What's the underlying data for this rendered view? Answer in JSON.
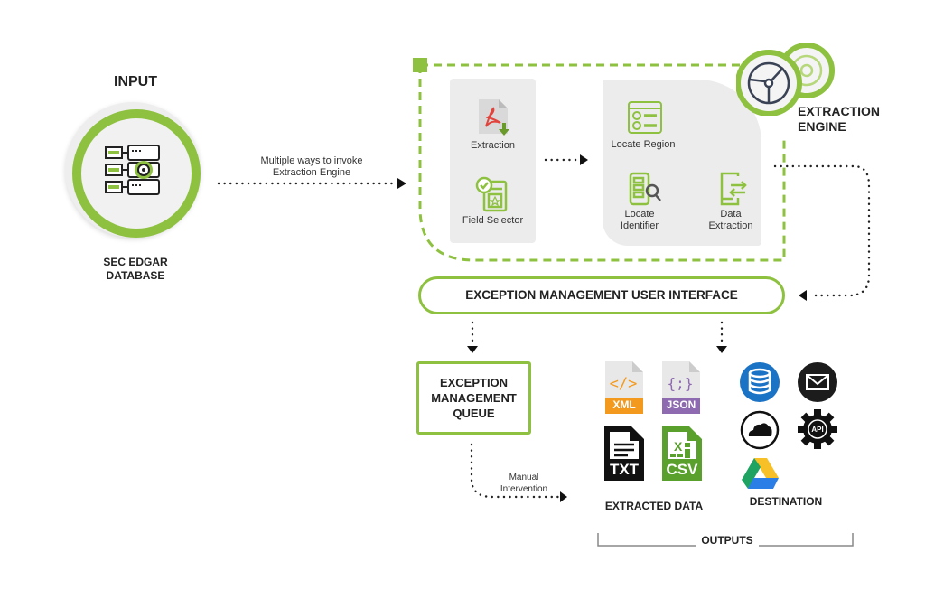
{
  "input": {
    "heading": "INPUT",
    "label_line1": "SEC EDGAR",
    "label_line2": "DATABASE",
    "icon": "database-server-gear-icon"
  },
  "invoke_arrow": {
    "line1": "Multiple ways to invoke",
    "line2": "Extraction Engine"
  },
  "engine": {
    "title_line1": "EXTRACTION",
    "title_line2": "ENGINE",
    "icon": "gears-icon",
    "left_panel": [
      {
        "label": "Extraction",
        "icon": "pdf-download-icon"
      },
      {
        "label": "Field Selector",
        "icon": "field-selector-icon"
      }
    ],
    "right_panel": [
      {
        "label": "Locate Region",
        "icon": "locate-region-icon"
      },
      {
        "label_line1": "Locate",
        "label_line2": "Identifier",
        "icon": "locate-identifier-icon"
      },
      {
        "label_line1": "Data",
        "label_line2": "Extraction",
        "icon": "data-extraction-icon"
      }
    ]
  },
  "exception_ui": {
    "label": "EXCEPTION MANAGEMENT USER INTERFACE"
  },
  "exception_queue": {
    "line1": "EXCEPTION",
    "line2": "MANAGEMENT",
    "line3": "QUEUE"
  },
  "manual": {
    "line1": "Manual",
    "line2": "Intervention"
  },
  "extracted_data": {
    "label": "EXTRACTED DATA",
    "formats": [
      {
        "name": "XML",
        "glyph": "</>",
        "color": "#f39a1e"
      },
      {
        "name": "JSON",
        "glyph": "{;}",
        "color": "#8e6bb0"
      },
      {
        "name": "TXT",
        "color": "#111111"
      },
      {
        "name": "CSV",
        "glyph": "X",
        "color": "#5aa02c"
      }
    ]
  },
  "destination": {
    "label": "DESTINATION",
    "icons": [
      "database-icon",
      "email-icon",
      "onedrive-cloud-icon",
      "api-gear-icon",
      "google-drive-icon"
    ]
  },
  "outputs": {
    "label": "OUTPUTS"
  },
  "colors": {
    "accent_green": "#8dc13f",
    "panel_gray": "#ececec",
    "dark": "#222222",
    "db_blue": "#1a73c4"
  }
}
